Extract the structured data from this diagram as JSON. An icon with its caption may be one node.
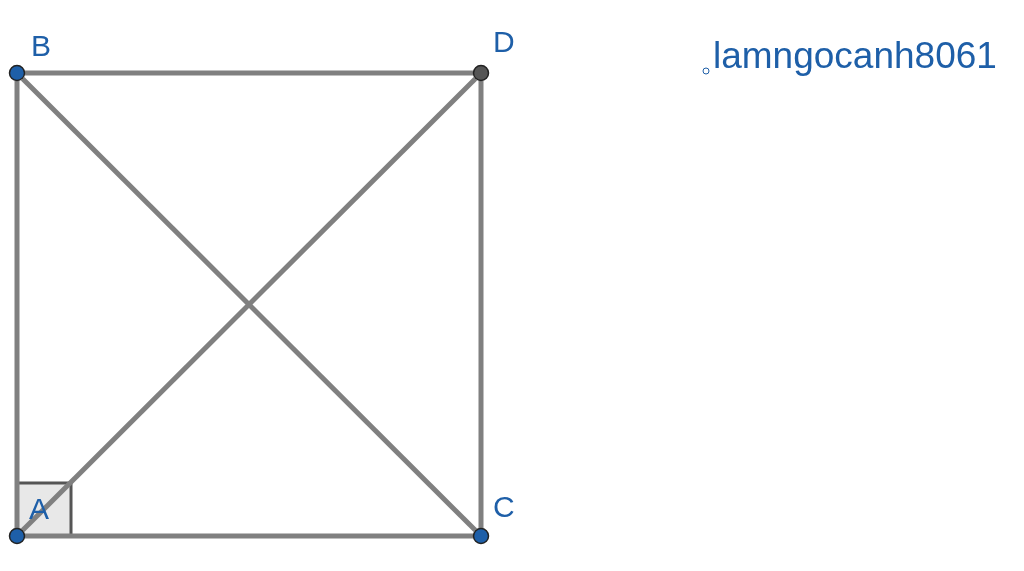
{
  "diagram": {
    "nodes": [
      {
        "text": [
          "B"
        ]
      },
      {
        "text": [
          "D"
        ]
      },
      {
        "text": [
          "A"
        ]
      },
      {
        "text": [
          "C"
        ]
      }
    ],
    "edges": [
      {
        "from": 0,
        "to": 1,
        "arrow": "none"
      },
      {
        "from": 0,
        "to": 2,
        "arrow": "none"
      },
      {
        "from": 1,
        "to": 3,
        "arrow": "none"
      },
      {
        "from": 2,
        "to": 3,
        "arrow": "none"
      },
      {
        "from": 0,
        "to": 3,
        "arrow": "none"
      },
      {
        "from": 2,
        "to": 1,
        "arrow": "none"
      }
    ],
    "labels": [
      "lamngocanh8061"
    ]
  }
}
